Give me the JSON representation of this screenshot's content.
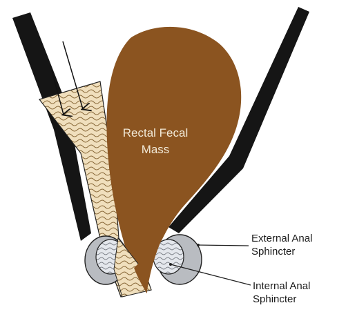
{
  "labels": {
    "mass": {
      "line1": "Rectal Fecal",
      "line2": "Mass"
    },
    "external_sphincter": {
      "line1": "External Anal",
      "line2": "Sphincter"
    },
    "internal_sphincter": {
      "line1": "Internal Anal",
      "line2": "Sphincter"
    }
  },
  "colors": {
    "fecal_mass": "#8b5420",
    "rectal_wall": "#151515",
    "stool_stream": "#f0dfbd",
    "stool_wave": "#8a6a3a",
    "external_sphincter": "#b9bcc1",
    "internal_sphincter": "#e4e7ec",
    "arrow": "#111111"
  },
  "icons": {
    "flow_arrows": "down-arrow-icon"
  }
}
